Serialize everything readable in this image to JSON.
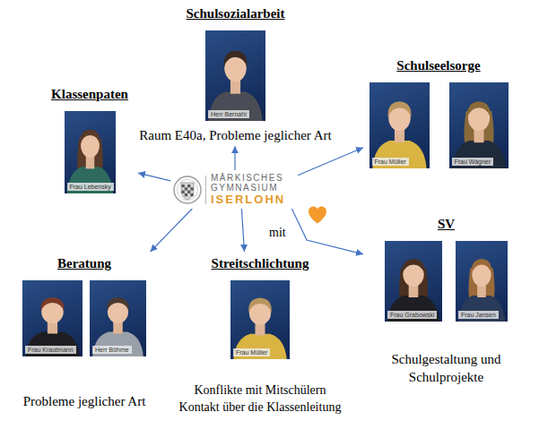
{
  "diagram": {
    "nodes": [
      {
        "text": [
          "Schulsozialarbeit",
          "Raum E40a, Probleme jeglicher Art"
        ]
      },
      {
        "text": [
          "Herr Bernahl"
        ],
        "in": 0
      },
      {
        "text": [
          "Klassenpaten"
        ]
      },
      {
        "text": [
          "Frau Lebensky"
        ],
        "in": 2
      },
      {
        "text": [
          "Schulseelsorge"
        ]
      },
      {
        "text": [
          "Frau Müller"
        ],
        "in": 4
      },
      {
        "text": [
          "Frau Wagner"
        ],
        "in": 4
      },
      {
        "text": [
          "MÄRKISCHES GYMNASIUM",
          "ISERLOHN"
        ]
      },
      {
        "text": [
          "Beratung",
          "Probleme jeglicher Art"
        ]
      },
      {
        "text": [
          "Frau Krautmann"
        ],
        "in": 8
      },
      {
        "text": [
          "Herr Böhme"
        ],
        "in": 8
      },
      {
        "text": [
          "Streitschlichtung",
          "Konflikte mit Mitschülern Kontakt über die Klassenleitung"
        ]
      },
      {
        "text": [
          "Frau Müller"
        ],
        "in": 11
      },
      {
        "text": [
          "SV",
          "Schulgestaltung und Schulprojekte"
        ]
      },
      {
        "text": [
          "Frau Grabowski"
        ],
        "in": 13
      },
      {
        "text": [
          "Frau Jansen"
        ],
        "in": 13
      }
    ],
    "edges": [
      {
        "from": 7,
        "to": 0,
        "arrow": "to"
      },
      {
        "from": 7,
        "to": 2,
        "arrow": "to"
      },
      {
        "from": 7,
        "to": 4,
        "arrow": "to"
      },
      {
        "from": 7,
        "to": 8,
        "arrow": "to"
      },
      {
        "from": 7,
        "to": 11,
        "arrow": "to"
      },
      {
        "from": 7,
        "to": 13,
        "arrow": "to"
      }
    ],
    "labels": [
      "mit"
    ]
  }
}
